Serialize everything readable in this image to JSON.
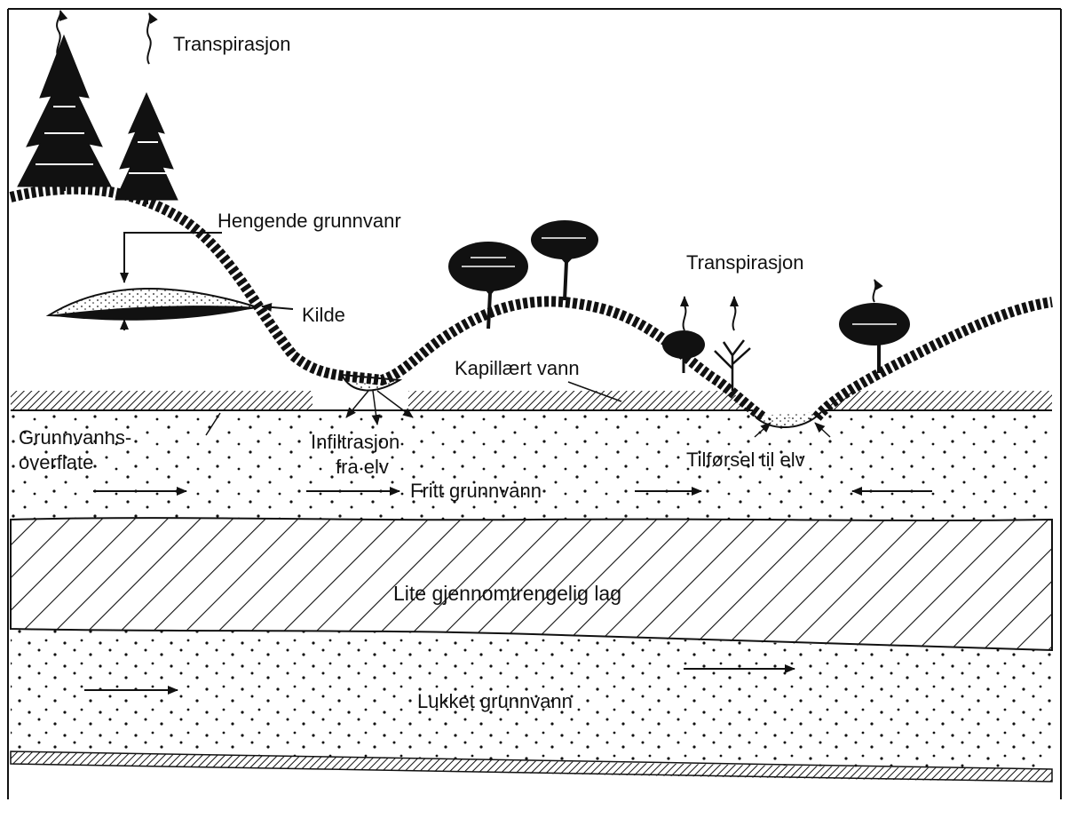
{
  "labels": {
    "transpirasjon_top": "Transpirasjon",
    "hengende_grunnvann": "Hengende grunnvanr",
    "kilde": "Kilde",
    "transpirasjon_right": "Transpirasjon",
    "kapillaert_vann": "Kapillært vann",
    "grunnvanns_line1": "Grunnvanns-",
    "grunnvanns_line2": "overflate",
    "infiltrasjon_line1": "Infiltrasjon",
    "infiltrasjon_line2": "fra elv",
    "tilforsel": "Tilførsel til elv",
    "fritt_grunnvann": "Fritt grunnvann",
    "lite_gjennomtrengelig": "Lite gjennomtrengelig lag",
    "lukket_grunnvann": "Lukket grunnvann"
  },
  "colors": {
    "ink": "#111111",
    "paper": "#ffffff"
  }
}
